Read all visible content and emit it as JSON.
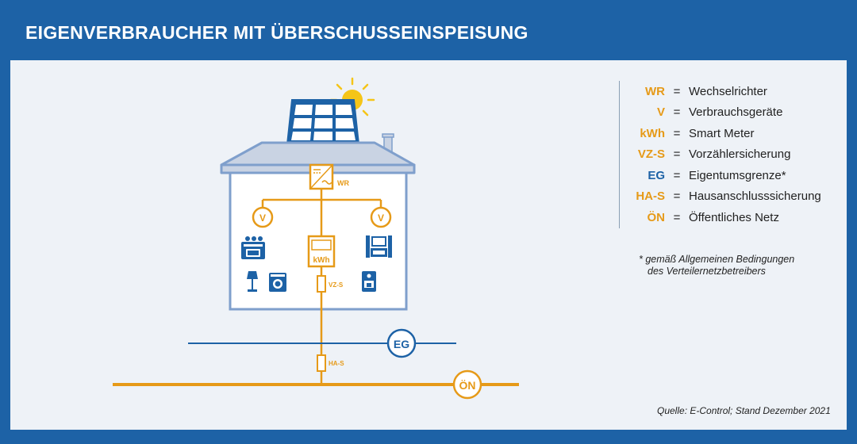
{
  "title": "EIGENVERBRAUCHER MIT ÜBERSCHUSSEINSPEISUNG",
  "diagram": {
    "wr": "WR",
    "v_left": "V",
    "v_right": "V",
    "kwh": "kWh",
    "vzs": "VZ-S",
    "has": "HA-S",
    "eg": "EG",
    "on": "ÖN"
  },
  "legend": [
    {
      "abbr": "WR",
      "desc": "Wechselrichter"
    },
    {
      "abbr": "V",
      "desc": "Verbrauchsgeräte"
    },
    {
      "abbr": "kWh",
      "desc": "Smart Meter"
    },
    {
      "abbr": "VZ-S",
      "desc": "Vorzählersicherung"
    },
    {
      "abbr": "EG",
      "desc": "Eigentumsgrenze*"
    },
    {
      "abbr": "HA-S",
      "desc": "Hausanschlusssicherung"
    },
    {
      "abbr": "ÖN",
      "desc": "Öffentliches Netz"
    }
  ],
  "legend_eq": "=",
  "footnote": {
    "line1": "* gemäß Allgemeinen Bedingungen",
    "line2": "des Verteilernetzbetreibers"
  },
  "source": "Quelle: E-Control; Stand Dezember 2021",
  "colors": {
    "blue": "#1d62a6",
    "orange": "#e69a18",
    "house_fill": "#ffffff",
    "house_border": "#7f9fcc",
    "roof": "#c9d3e3"
  }
}
